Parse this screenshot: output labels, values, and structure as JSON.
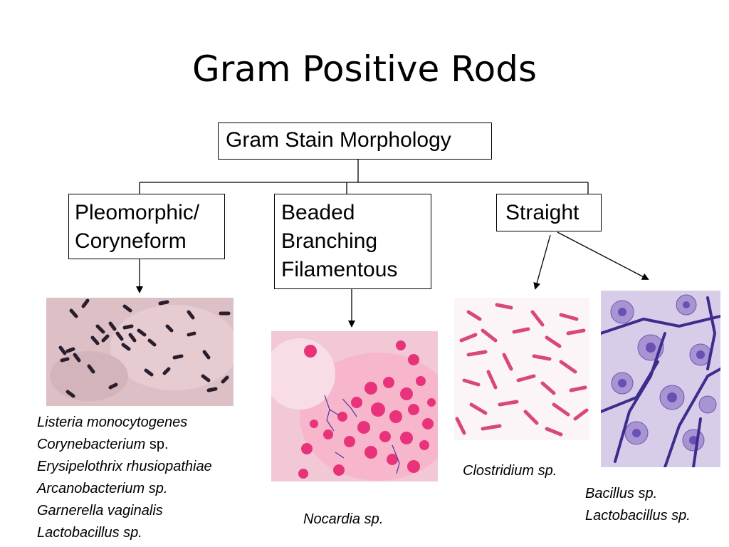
{
  "title": "Gram Positive Rods",
  "root": {
    "label": "Gram Stain Morphology"
  },
  "branches": {
    "pleomorphic": {
      "lines": [
        "Pleomorphic/",
        "Coryneform"
      ]
    },
    "beaded": {
      "lines": [
        "Beaded",
        "Branching",
        "Filamentous"
      ]
    },
    "straight": {
      "lines": [
        "Straight"
      ]
    }
  },
  "captions": {
    "pleomorphic": {
      "items": [
        {
          "italic": "Listeria monocytogenes",
          "roman": ""
        },
        {
          "italic": "Corynebacterium",
          "roman": " sp."
        },
        {
          "italic": "Erysipelothrix rhusiopathiae",
          "roman": ""
        },
        {
          "italic": "Arcanobacterium sp.",
          "roman": ""
        },
        {
          "italic": "Garnerella vaginalis",
          "roman": ""
        },
        {
          "italic": "Lactobacillus sp.",
          "roman": ""
        }
      ]
    },
    "nocardia": "Nocardia sp.",
    "clostridium": "Clostridium sp.",
    "bacillus": [
      "Bacillus sp.",
      "Lactobacillus sp."
    ]
  },
  "images": {
    "listeria": {
      "icon": "coryneform-rods-micrograph",
      "background": "#dcc0c6"
    },
    "nocardia": {
      "icon": "branching-filaments-micrograph",
      "background": "#f2c8d6"
    },
    "clostridium": {
      "icon": "pink-rods-micrograph",
      "background": "#fbf5f7"
    },
    "bacillus": {
      "icon": "purple-chains-micrograph",
      "background": "#d8cde9"
    }
  },
  "colors": {
    "line": "#000000",
    "rod_dark": "#2a1e2e",
    "rod_pink": "#d9487c",
    "cell_pink": "#e8337a",
    "chain_purple": "#4a3a9a"
  }
}
